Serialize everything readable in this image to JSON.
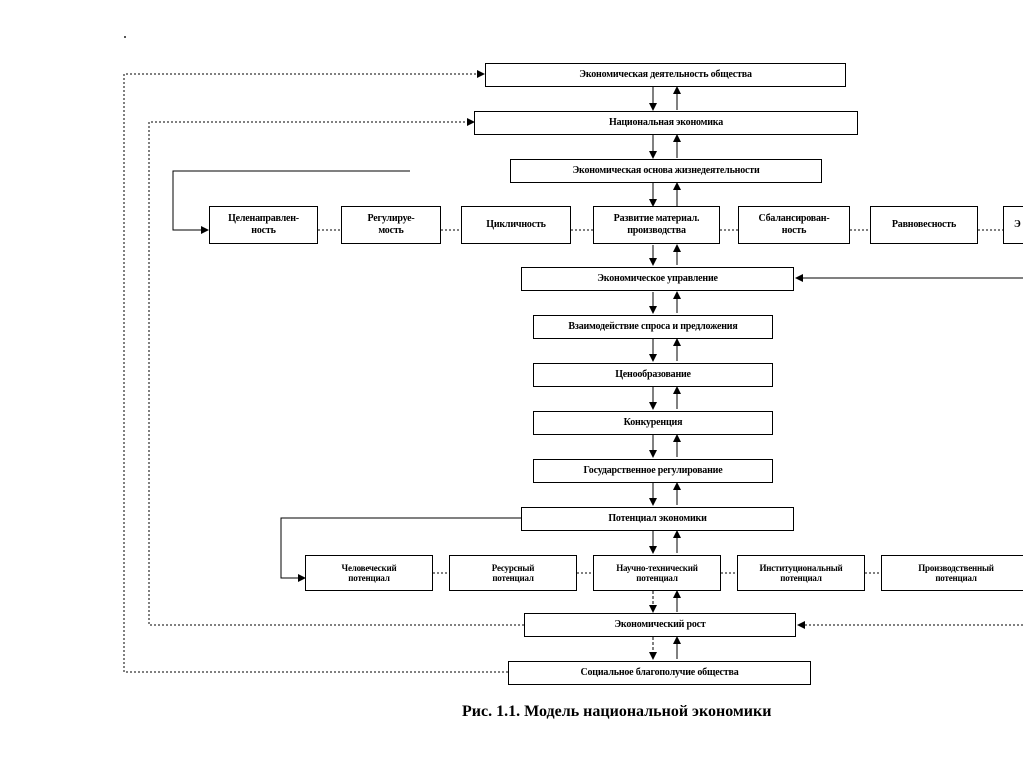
{
  "boxes": {
    "economic_activity": "Экономическая деятельность общества",
    "national_economy": "Национальная  экономика",
    "economic_basis": "Экономическая основа жизнедеятельности",
    "goal_orientedness": "Целенаправлен-\nность",
    "regulatability": "Регулируе-\nмость",
    "cyclicity": "Цикличность",
    "production_development": "Развитие материал.\nпроизводства",
    "balance": "Сбалансирован-\nность",
    "equilibrium": "Равновесность",
    "cut_right": "Э",
    "economic_management": "Экономическое управление",
    "supply_demand": "Взаимодействие  спроса и предложения",
    "price_formation": "Ценообразование",
    "competition": "Конкуренция",
    "state_regulation": "Государственное регулирование",
    "economic_potential": "Потенциал экономики",
    "human_potential": "Человеческий\nпотенциал",
    "resource_potential": "Ресурсный\nпотенциал",
    "scitech_potential": "Научно-технический\nпотенциал",
    "institutional_potential": "Институциональный\nпотенциал",
    "production_potential": "Производственный\nпотенциал",
    "economic_growth": "Экономический рост",
    "social_welfare": "Социальное благополучие общества"
  },
  "caption": "Рис. 1.1. Модель национальной экономики"
}
